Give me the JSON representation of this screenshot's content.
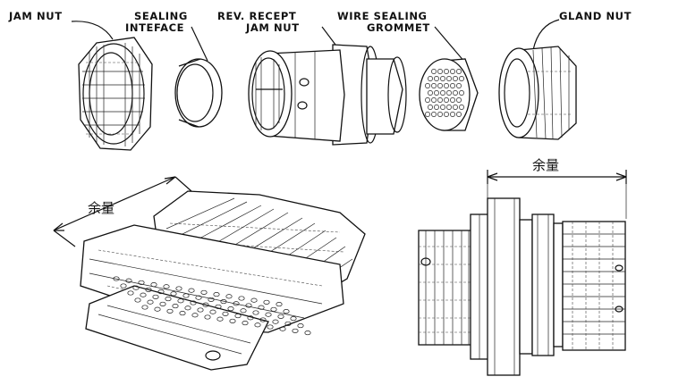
{
  "labels": {
    "jam_nut": "JAM NUT",
    "sealing_line1": "SEALING",
    "sealing_line2": "INTEFACE",
    "rev_line1": "REV. RECEPT",
    "rev_line2": "JAM NUT",
    "wire_line1": "WIRE SEALING",
    "wire_line2": "GROMMET",
    "gland_nut": "GLAND NUT"
  },
  "dimension_label_left": "余量",
  "dimension_label_right": "余量"
}
